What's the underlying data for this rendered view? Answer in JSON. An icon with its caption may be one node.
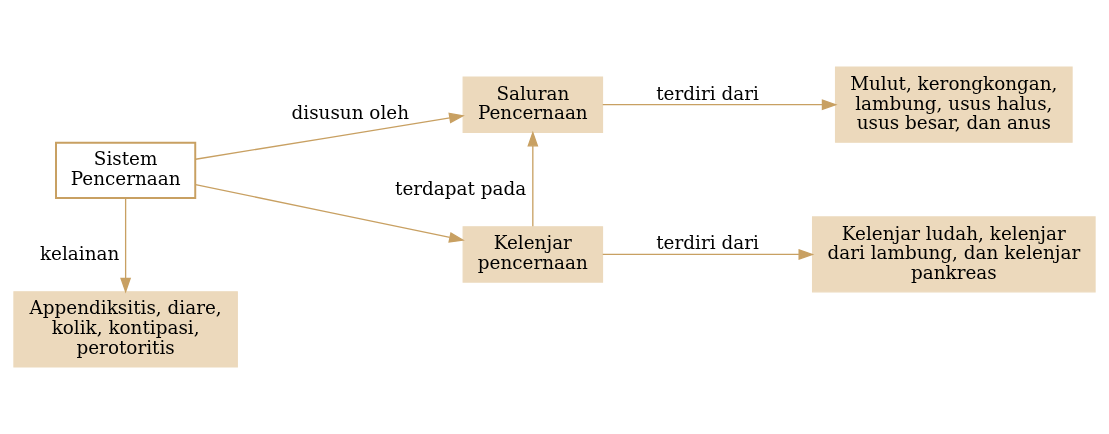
{
  "diagram": {
    "nodes": [
      {
        "text": [
          "Sistem Pencernaan"
        ]
      },
      {
        "text": [
          "Saluran Pencernaan"
        ]
      },
      {
        "text": [
          "Mulut, kerongkongan, lambung, usus halus, usus besar, dan anus"
        ]
      },
      {
        "text": [
          "Kelenjar pencernaan"
        ]
      },
      {
        "text": [
          "Kelenjar ludah, kelenjar dari lambung, dan kelenjar pankreas"
        ]
      },
      {
        "text": [
          "Appendiksitis, diare, kolik, kontipasi, perotoritis"
        ]
      }
    ],
    "edges": [
      {
        "from": 0,
        "to": 1,
        "arrow": "to",
        "label": "disusun oleh"
      },
      {
        "from": 0,
        "to": 3,
        "arrow": "to"
      },
      {
        "from": 1,
        "to": 2,
        "arrow": "to",
        "label": "terdiri dari"
      },
      {
        "from": 3,
        "to": 1,
        "arrow": "to",
        "label": "terdapat pada"
      },
      {
        "from": 3,
        "to": 4,
        "arrow": "to",
        "label": "terdiri dari"
      },
      {
        "from": 0,
        "to": 5,
        "arrow": "to",
        "label": "kelainan"
      }
    ]
  }
}
